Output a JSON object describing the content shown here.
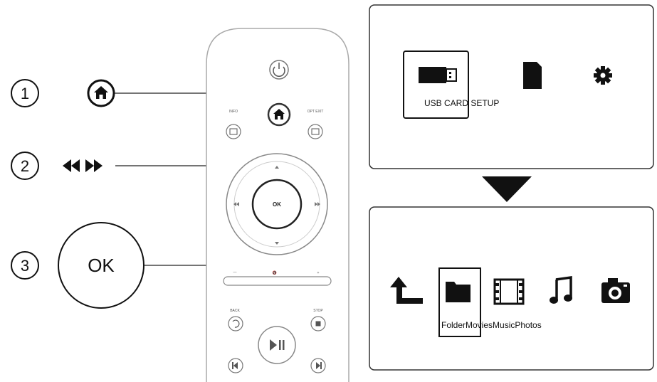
{
  "steps": [
    {
      "number": "1",
      "icon": "home-icon"
    },
    {
      "number": "2",
      "icon": "rewind-fastforward-icon"
    },
    {
      "number": "3",
      "label": "OK"
    }
  ],
  "remote": {
    "ok_label": "OK",
    "labels": {
      "top_left": "INFO",
      "top_right": "OPT EXIT",
      "back": "BACK",
      "stop": "STOP",
      "vol_minus": "—",
      "mute": "🔇",
      "vol_plus": "+"
    }
  },
  "screen_top": {
    "items_label": "USB CARD SETUP",
    "icons": [
      "usb-drive-icon",
      "sd-card-icon",
      "gear-icon"
    ],
    "selected": "USB"
  },
  "screen_bottom": {
    "items_label": "FolderMoviesMusicPhotos",
    "icons": [
      "back-arrow-icon",
      "folder-icon",
      "film-icon",
      "music-note-icon",
      "camera-icon"
    ],
    "selected": "Folder"
  },
  "colors": {
    "ink": "#111111",
    "panel_border": "#333333",
    "remote_outline": "#999999"
  }
}
